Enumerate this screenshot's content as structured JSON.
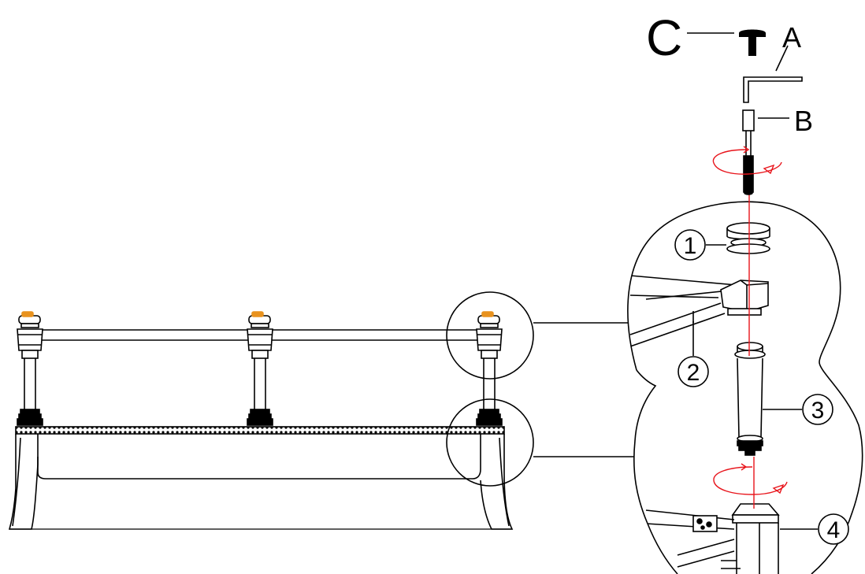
{
  "labels": {
    "c": "C",
    "a": "A",
    "b": "B",
    "p1": "1",
    "p2": "2",
    "p3": "3",
    "p4": "4"
  },
  "colors": {
    "line": "#000000",
    "rotation_arrow": "#e8141b",
    "cap": "#e8921e",
    "background": "#ffffff"
  },
  "icons": {
    "rotate": "rotation-arrow-icon",
    "cap_bolt": "cap-bolt-icon",
    "allen_key": "allen-key-icon"
  }
}
